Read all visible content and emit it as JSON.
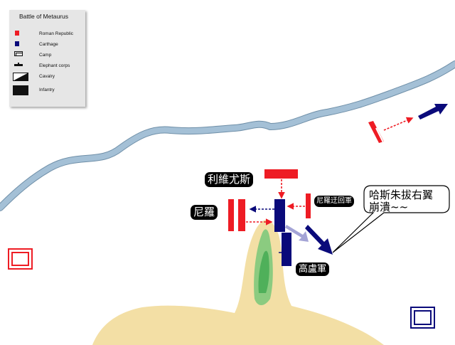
{
  "legend": {
    "title": "Battle of Metaurus",
    "items": [
      {
        "label": "Roman Republic",
        "icon": "roman-swatch-icon"
      },
      {
        "label": "Carthage",
        "icon": "carthage-swatch-icon"
      },
      {
        "label": "Camp",
        "icon": "camp-icon"
      },
      {
        "label": "Elephant corps",
        "icon": "elephant-icon"
      },
      {
        "label": "Cavalry",
        "icon": "cavalry-icon"
      },
      {
        "label": "Infantry",
        "icon": "infantry-icon"
      }
    ]
  },
  "labels": {
    "livius": "利維尤斯",
    "nero": "尼羅",
    "nero_flank": "尼羅迂回軍",
    "gaulish": "高盧軍",
    "hasdrubal_note_line1": "哈斯朱拔右翼",
    "hasdrubal_note_line2": "崩潰~~"
  },
  "colors": {
    "roman": "#ee1c24",
    "carthage": "#0a0a7a",
    "river": "#a4c0d6",
    "river_edge": "#6f8fa8",
    "hill_sand": "#f3dfa5",
    "hill_green": "#78c879",
    "legend_bg": "#e6e6e6"
  }
}
